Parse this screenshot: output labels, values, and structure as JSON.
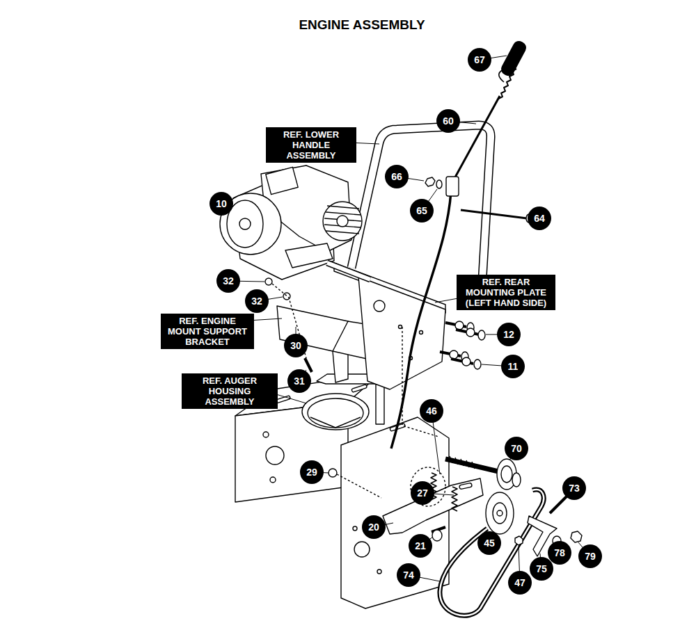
{
  "diagram": {
    "title": "ENGINE ASSEMBLY",
    "nodes": [
      {
        "text": [
          "67"
        ]
      },
      {
        "text": [
          "60"
        ]
      },
      {
        "text": [
          "REF. LOWER HANDLE ASSEMBLY"
        ]
      },
      {
        "text": [
          "66"
        ]
      },
      {
        "text": [
          "10"
        ]
      },
      {
        "text": [
          "65"
        ]
      },
      {
        "text": [
          "64"
        ]
      },
      {
        "text": [
          "32"
        ]
      },
      {
        "text": [
          "REF. REAR MOUNTING PLATE (LEFT HAND SIDE)"
        ]
      },
      {
        "text": [
          "32"
        ]
      },
      {
        "text": [
          "REF. ENGINE MOUNT SUPPORT BRACKET"
        ]
      },
      {
        "text": [
          "12"
        ]
      },
      {
        "text": [
          "30"
        ]
      },
      {
        "text": [
          "11"
        ]
      },
      {
        "text": [
          "31"
        ]
      },
      {
        "text": [
          "REF. AUGER HOUSING ASSEMBLY"
        ]
      },
      {
        "text": [
          "46"
        ]
      },
      {
        "text": [
          "70"
        ]
      },
      {
        "text": [
          "29"
        ]
      },
      {
        "text": [
          "73"
        ]
      },
      {
        "text": [
          "27"
        ]
      },
      {
        "text": [
          "20"
        ]
      },
      {
        "text": [
          "45"
        ]
      },
      {
        "text": [
          "21"
        ]
      },
      {
        "text": [
          "78"
        ]
      },
      {
        "text": [
          "79"
        ]
      },
      {
        "text": [
          "75"
        ]
      },
      {
        "text": [
          "74"
        ]
      },
      {
        "text": [
          "47"
        ]
      }
    ]
  }
}
